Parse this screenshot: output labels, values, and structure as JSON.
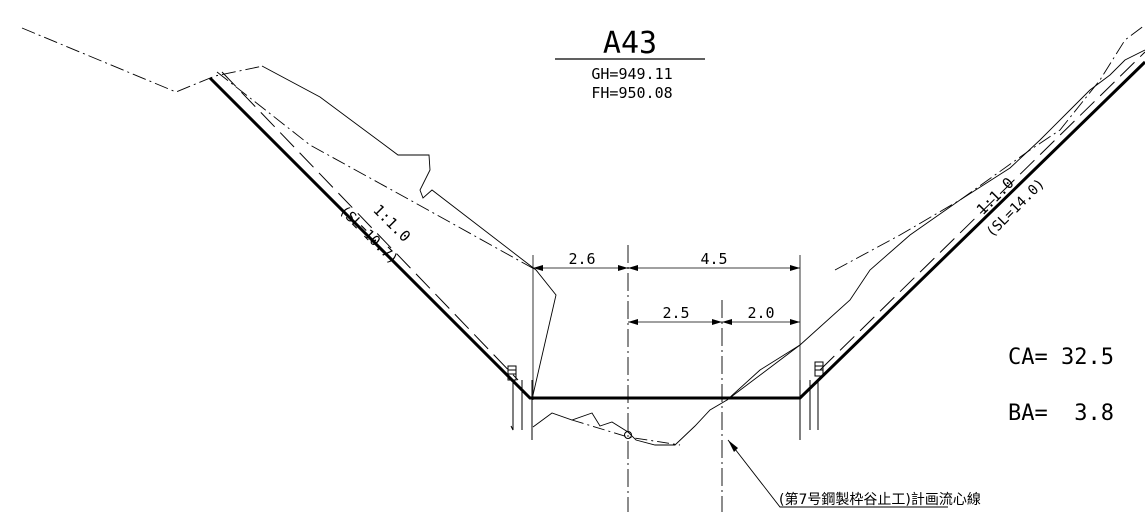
{
  "section": {
    "title": "A43",
    "gh": "GH=949.11",
    "fh": "FH=950.08"
  },
  "slopes": {
    "left_ratio": "1:1.0",
    "left_length": "(SL=10.7)",
    "right_ratio": "1:1.0",
    "right_length": "(SL=14.0)"
  },
  "dimensions": {
    "left_width": "2.6",
    "right_width": "4.5",
    "inner_left": "2.5",
    "inner_right": "2.0"
  },
  "areas": {
    "ca": "CA= 32.5",
    "ba": "BA=  3.8"
  },
  "note": {
    "flow_line": "(第7号鋼製枠谷止工)計画流心線"
  }
}
